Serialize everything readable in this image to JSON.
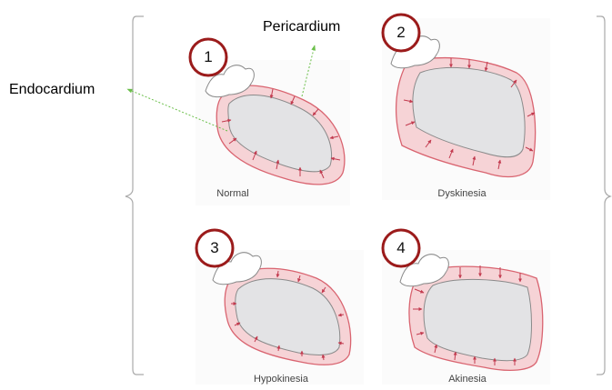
{
  "labels": {
    "endocardium": "Endocardium",
    "pericardium": "Pericardium"
  },
  "panels": [
    {
      "number": "1",
      "caption": "Normal"
    },
    {
      "number": "2",
      "caption": "Dyskinesia"
    },
    {
      "number": "3",
      "caption": "Hypokinesia"
    },
    {
      "number": "4",
      "caption": "Akinesia"
    }
  ],
  "colors": {
    "badge_ring": "#9b1b1b",
    "wall_fill": "#f6d3d6",
    "wall_stroke": "#d96470",
    "cavity_fill": "#e3e3e5",
    "arrow": "#c23a4e",
    "pointer_line": "#6bbf4a",
    "bracket": "#aaaaaa"
  }
}
